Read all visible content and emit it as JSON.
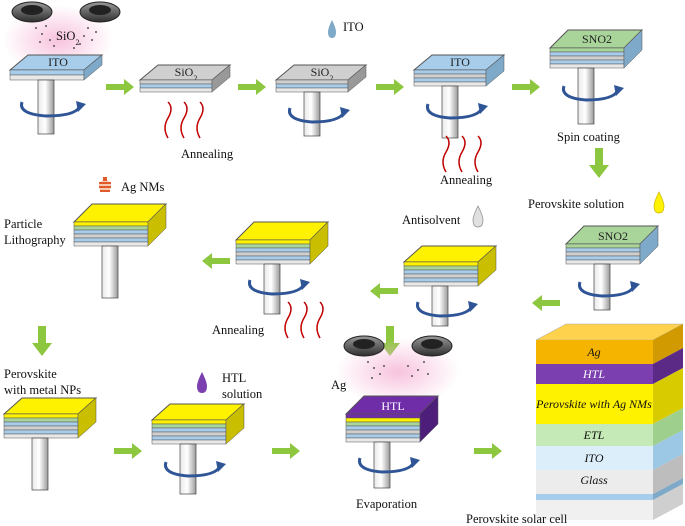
{
  "colors": {
    "ito": "#a8cdeb",
    "sio2": "#cfcfcf",
    "sno2": "#a9d49a",
    "perovskite": "#fff200",
    "htl": "#6f2da8",
    "ag": "#f5b400",
    "arrow": "#8dc63f",
    "rotation": "#2f5597",
    "heat": "#c00000"
  },
  "top_labels": {
    "ito_1": "ITO",
    "sio2_1": "SiO",
    "sio2_1_sub": "2",
    "sio2_2": "SiO",
    "sio2_2_sub": "2",
    "ito_2": "ITO",
    "sno2_1": "SNO2",
    "sno2_2": "SNO2",
    "htl": "HTL"
  },
  "labels": {
    "sio2_source": "SiO",
    "sio2_source_sub": "2",
    "ito_drop": "ITO",
    "annealing_1": "Annealing",
    "annealing_2": "Annealing",
    "annealing_3": "Annealing",
    "spin_coating": "Spin coating",
    "perovskite_solution": "Perovskite solution",
    "antisolvent": "Antisolvent",
    "ag_nms": "Ag NMs",
    "particle_1": "Particle",
    "particle_2": "Lithography",
    "pmnp_1": "Perovskite",
    "pmnp_2": "with metal NPs",
    "htl_1": "HTL",
    "htl_2": "solution",
    "ag_source": "Ag",
    "evaporation": "Evaporation",
    "solar_cell": "Perovskite solar cell"
  },
  "solar_cell_layers": [
    "Ag",
    "HTL",
    "Perovskite with Ag NMs",
    "ETL",
    "ITO",
    "Glass"
  ]
}
